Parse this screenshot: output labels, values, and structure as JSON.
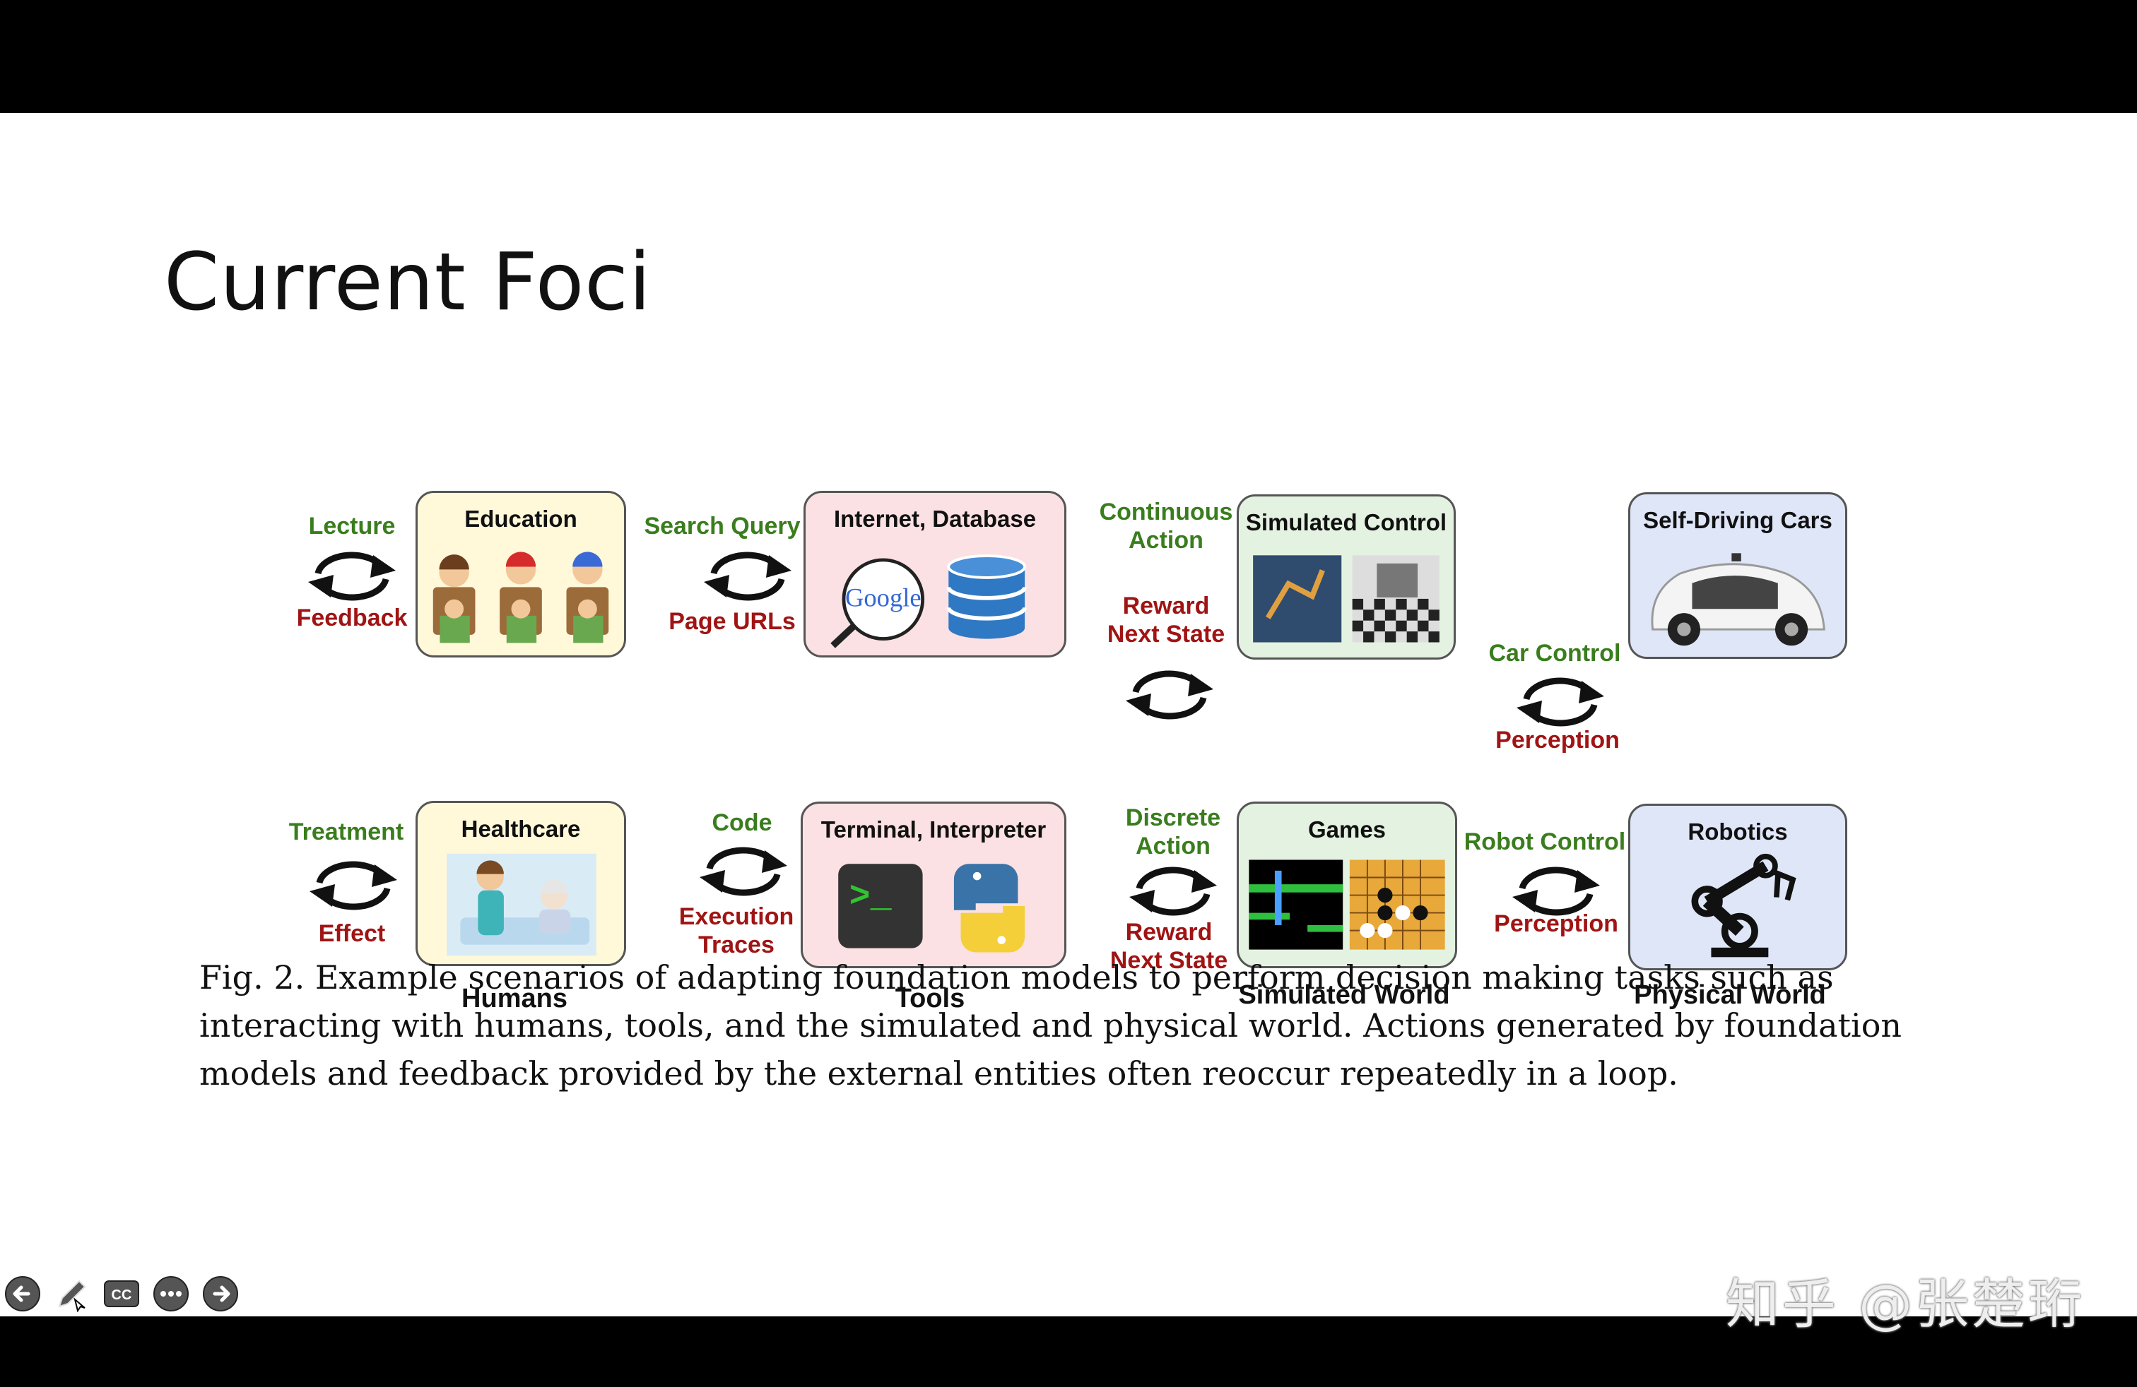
{
  "slide": {
    "title": "Current Foci"
  },
  "figure": {
    "loops": [
      {
        "top": "Lecture",
        "bottom": "Feedback"
      },
      {
        "top": "Search Query",
        "bottom": "Page URLs"
      },
      {
        "top": "Continuous\nAction",
        "bottom": "Reward\nNext State"
      },
      {
        "top": "Car Control",
        "bottom": "Perception"
      },
      {
        "top": "Treatment",
        "bottom": "Effect"
      },
      {
        "top": "Code",
        "bottom": "Execution\nTraces"
      },
      {
        "top": "Discrete\nAction",
        "bottom": "Reward\nNext State"
      },
      {
        "top": "Robot Control",
        "bottom": "Perception"
      }
    ],
    "boxes": [
      {
        "title": "Education"
      },
      {
        "title": "Internet, Database",
        "logo_text": "Google"
      },
      {
        "title": "Simulated Control"
      },
      {
        "title": "Self-Driving Cars"
      },
      {
        "title": "Healthcare"
      },
      {
        "title": "Terminal, Interpreter",
        "prompt_text": ">_"
      },
      {
        "title": "Games"
      },
      {
        "title": "Robotics"
      }
    ],
    "groups": [
      "Humans",
      "Tools",
      "Simulated World",
      "Physical World"
    ],
    "colors": {
      "action_green": "#3a7d1e",
      "feedback_red": "#a01414",
      "humans_box": "#fff8d9",
      "tools_box": "#fbe1e3",
      "sim_box": "#e4f3e1",
      "physical_box": "#dfe6f8"
    }
  },
  "caption": "Fig. 2.  Example scenarios of adapting foundation models to perform decision making tasks such as interacting with humans, tools, and the simulated and physical world. Actions generated by foundation models and feedback provided by the external entities often reoccur repeatedly in a loop.",
  "player_controls": {
    "icons": [
      "arrow-left-icon",
      "pen-icon",
      "closed-captions-icon",
      "more-icon",
      "arrow-right-icon"
    ]
  },
  "watermark": "知乎 @张楚珩"
}
